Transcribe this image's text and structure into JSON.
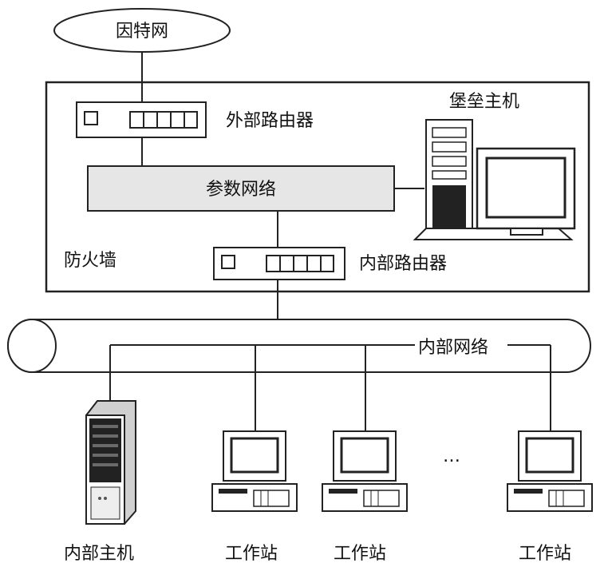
{
  "labels": {
    "internet": "因特网",
    "external_router": "外部路由器",
    "bastion_host": "堡垒主机",
    "param_network": "参数网络",
    "firewall": "防火墙",
    "internal_router": "内部路由器",
    "internal_network": "内部网络",
    "internal_host": "内部主机",
    "workstation_1": "工作站",
    "workstation_2": "工作站",
    "workstation_3": "工作站",
    "ellipsis": "…"
  },
  "colors": {
    "line": "#222222",
    "param_network_fill": "#e6e6e6",
    "screen": "#ffffff"
  }
}
